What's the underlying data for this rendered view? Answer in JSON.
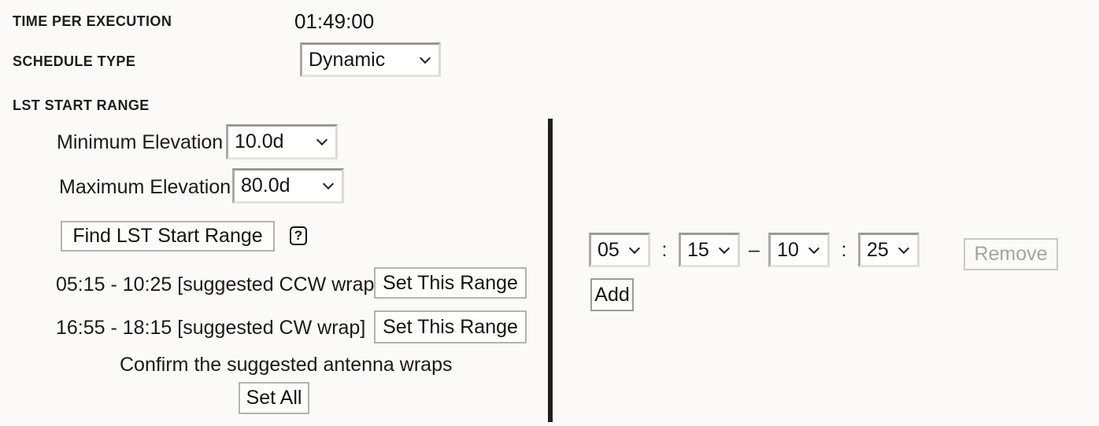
{
  "page": {
    "background_color": "#fbfaf8",
    "divider_color": "#1f1f1f",
    "disabled_text_color": "#a4a4a4"
  },
  "header": {
    "time_per_execution_label": "TIME PER EXECUTION",
    "time_per_execution_value": "01:49:00",
    "schedule_type_label": "SCHEDULE TYPE",
    "schedule_type_value": "Dynamic",
    "lst_start_range_label": "LST START RANGE"
  },
  "elevation": {
    "min_label": "Minimum Elevation",
    "min_value": "10.0d",
    "max_label": "Maximum Elevation",
    "max_value": "80.0d"
  },
  "finder": {
    "find_button_label": "Find LST Start Range",
    "help_label": "?",
    "suggestions": [
      {
        "range_text": "05:15 - 10:25 [suggested CCW wrap]",
        "button_label": "Set This Range"
      },
      {
        "range_text": "16:55 - 18:15 [suggested CW wrap]",
        "button_label": "Set This Range"
      }
    ],
    "confirm_text": "Confirm the suggested antenna wraps",
    "set_all_label": "Set All"
  },
  "range_editor": {
    "start_hour": "05",
    "start_minute": "15",
    "end_hour": "10",
    "end_minute": "25",
    "separator_colon": ":",
    "separator_dash": "–",
    "remove_label": "Remove",
    "add_label": "Add"
  }
}
